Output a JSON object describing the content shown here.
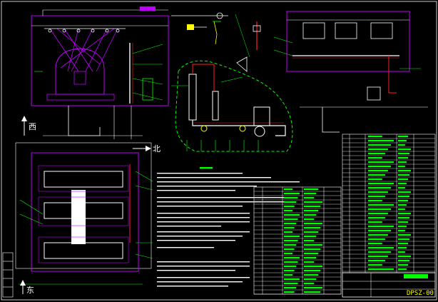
{
  "canvas": {
    "background": "#000000"
  },
  "colors": {
    "magenta": "#c000ff",
    "green": "#00ff00",
    "white": "#ffffff",
    "red": "#ff2020",
    "yellow": "#ffff00",
    "cyan": "#00ffff"
  },
  "labels": {
    "west": "西",
    "north": "北",
    "east": "东",
    "drawing_code": "DPSZ-00"
  },
  "icons": {
    "west_arrow": "arrow-up-icon",
    "north_arrow": "arrow-right-icon",
    "east_arrow": "arrow-up-icon"
  }
}
